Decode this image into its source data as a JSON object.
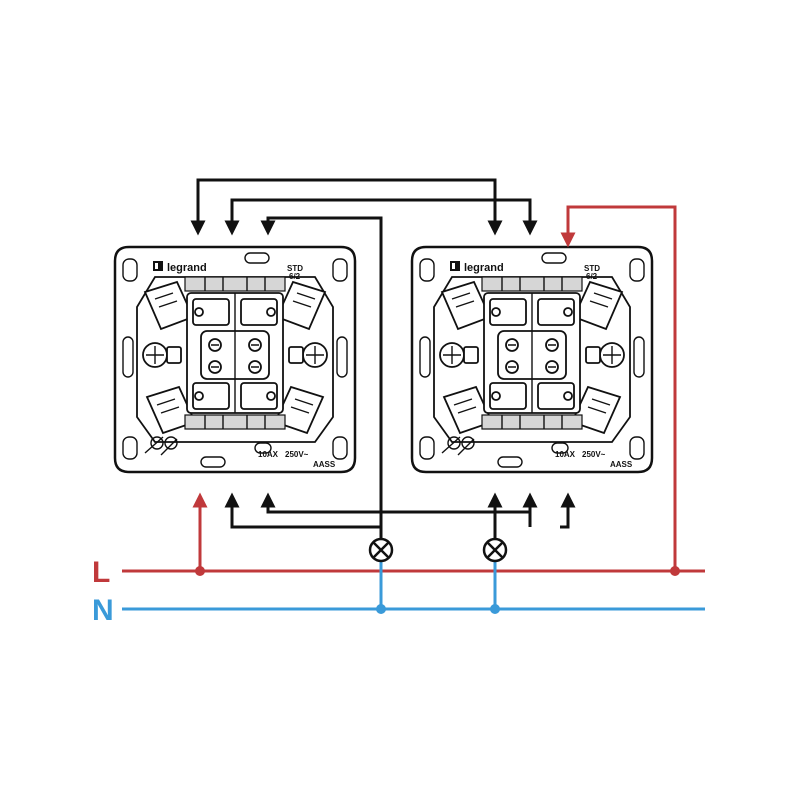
{
  "switch_left": {
    "brand": "legrand",
    "model_line1": "STD",
    "model_line2": "6/2",
    "rating": "10AX",
    "voltage": "250V~",
    "code": "AASS"
  },
  "switch_right": {
    "brand": "legrand",
    "model_line1": "STD",
    "model_line2": "6/2",
    "rating": "10AX",
    "voltage": "250V~",
    "code": "AASS"
  },
  "conductors": {
    "live": {
      "label": "L",
      "color": "#c0393b"
    },
    "neutral": {
      "label": "N",
      "color": "#3a9ad9"
    },
    "traveler_color": "#111111"
  },
  "lamps": [
    {
      "icon": "lamp-icon"
    },
    {
      "icon": "lamp-icon"
    }
  ]
}
